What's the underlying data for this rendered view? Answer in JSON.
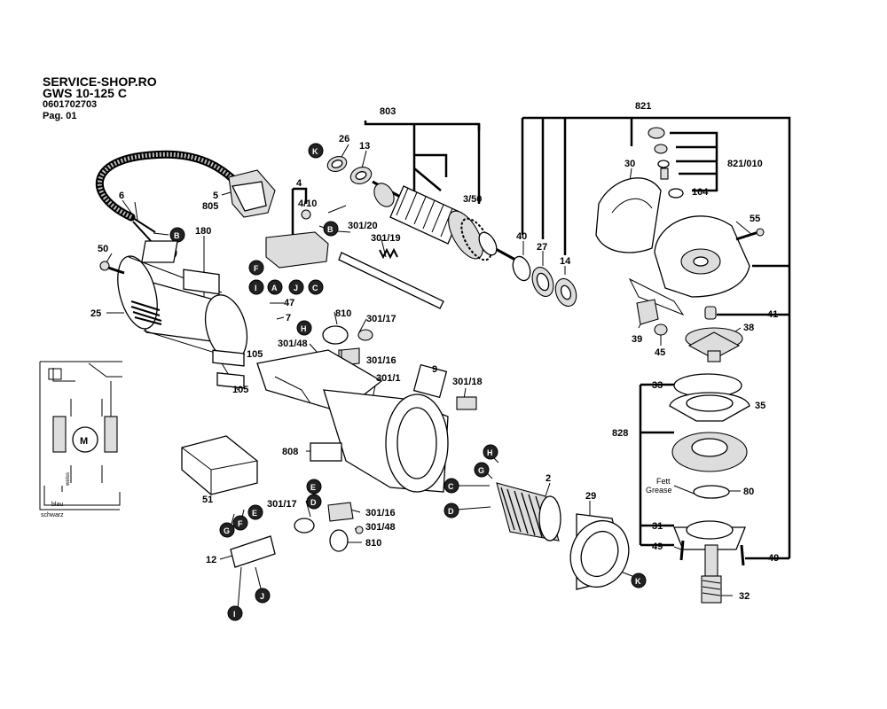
{
  "header": {
    "line1": "SERVICE-SHOP.RO",
    "line2": "GWS 10-125 C",
    "line3": "0601702703",
    "line4": "Pag. 01"
  },
  "labels": {
    "p803": "803",
    "p821": "821",
    "p821_010": "821/010",
    "p104": "104",
    "p26": "26",
    "p13": "13",
    "p30": "30",
    "p3_50": "3/50",
    "p6": "6",
    "p5": "5",
    "p805": "805",
    "p4": "4",
    "p4_10": "4/10",
    "p180": "180",
    "p50": "50",
    "p301_20": "301/20",
    "p301_19": "301/19",
    "p40": "40",
    "p27": "27",
    "p14": "14",
    "p55": "55",
    "p25": "25",
    "p47": "47",
    "p7": "7",
    "p810a": "810",
    "p301_17a": "301/17",
    "p301_48a": "301/48",
    "p301_16a": "301/16",
    "p105a": "105",
    "p105b": "105",
    "p41": "41",
    "p39": "39",
    "p45": "45",
    "p38": "38",
    "p9": "9",
    "p301_1": "301/1",
    "p301_18": "301/18",
    "p33": "33",
    "p35": "35",
    "p828": "828",
    "p808": "808",
    "p2": "2",
    "p29": "29",
    "p51": "51",
    "p301_17b": "301/17",
    "p301_16b": "301/16",
    "p301_48b": "301/48",
    "p810b": "810",
    "p12": "12",
    "p80": "80",
    "p31": "31",
    "p49a": "49",
    "p49b": "49",
    "p32": "32",
    "fett": "Fett",
    "grease": "Grease",
    "blau": "blau",
    "schwarz": "schwarz",
    "weiss": "weiss",
    "motor": "M"
  },
  "connectors": {
    "K1": "K",
    "B1": "B",
    "A1": "A",
    "B2": "B",
    "F1": "F",
    "I1": "I",
    "A2": "A",
    "J1": "J",
    "C1": "C",
    "H1": "H",
    "H2": "H",
    "G1": "G",
    "C2": "C",
    "D1": "D",
    "E1": "E",
    "D2": "D",
    "G2": "G",
    "F2": "F",
    "E2": "E",
    "J2": "J",
    "I2": "I",
    "K2": "K"
  }
}
